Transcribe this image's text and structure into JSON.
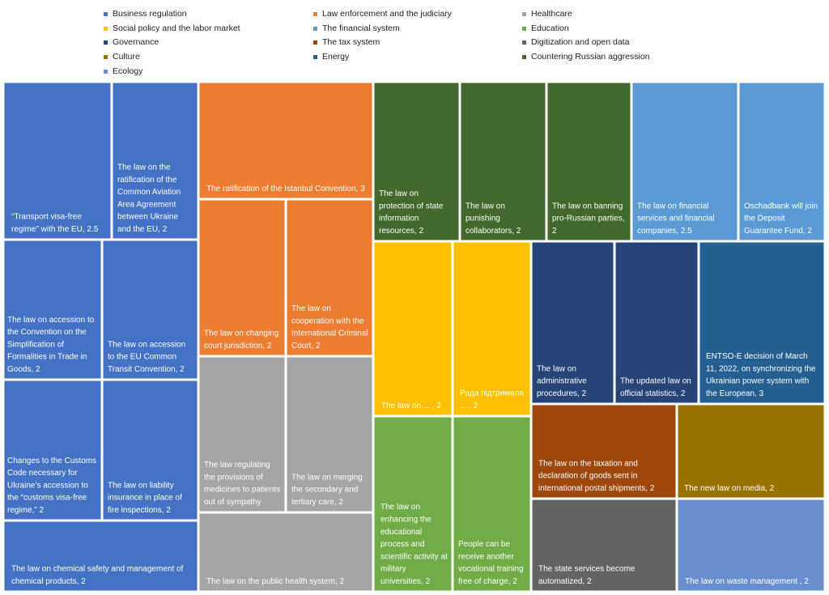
{
  "chart_data": {
    "type": "treemap",
    "title": "",
    "categories": [
      {
        "name": "Business regulation",
        "color": "#4472c4"
      },
      {
        "name": "Law enforcement and the judiciary",
        "color": "#ed7d31"
      },
      {
        "name": "Healthcare",
        "color": "#a5a5a5"
      },
      {
        "name": "Social policy and the labor market",
        "color": "#ffc000"
      },
      {
        "name": "The financial system",
        "color": "#5b9bd5"
      },
      {
        "name": "Education",
        "color": "#70ad47"
      },
      {
        "name": "Governance",
        "color": "#264478"
      },
      {
        "name": "The tax system",
        "color": "#9e480e"
      },
      {
        "name": "Digitization and open data",
        "color": "#636363"
      },
      {
        "name": "Culture",
        "color": "#997300"
      },
      {
        "name": "Energy",
        "color": "#255e91"
      },
      {
        "name": "Countering Russian aggression",
        "color": "#43682b"
      },
      {
        "name": "Ecology",
        "color": "#698ed0"
      }
    ],
    "items": [
      {
        "label": "“Transport visa-free regime” with the EU, 2.5",
        "category": "Business regulation",
        "value": 2.5
      },
      {
        "label": "The law on the ratification of the Common Aviation Area Agreement between Ukraine and the EU, 2",
        "category": "Business regulation",
        "value": 2
      },
      {
        "label": "The law on accession to the Convention on the Simplification of Formalities in Trade in Goods, 2",
        "category": "Business regulation",
        "value": 2
      },
      {
        "label": "The law on accession to the EU Common Transit Convention, 2",
        "category": "Business regulation",
        "value": 2
      },
      {
        "label": "Changes to the Customs Code necessary for Ukraine’s accession to the “customs visa-free regime,” 2",
        "category": "Business regulation",
        "value": 2
      },
      {
        "label": "The law on liability insurance in place of fire inspections, 2",
        "category": "Business regulation",
        "value": 2
      },
      {
        "label": "The law on chemical safety and management of chemical products, 2",
        "category": "Business regulation",
        "value": 2
      },
      {
        "label": "The ratification of the Istanbul Convention, 3",
        "category": "Law enforcement and the judiciary",
        "value": 3
      },
      {
        "label": "The law on changing court jurisdiction, 2",
        "category": "Law enforcement and the judiciary",
        "value": 2
      },
      {
        "label": "The law on cooperation with the International Criminal Court, 2",
        "category": "Law enforcement and the judiciary",
        "value": 2
      },
      {
        "label": "The law regulating the provisions of medicines to patients out of sympathy",
        "category": "Healthcare",
        "value": 2
      },
      {
        "label": "The law on merging the secondary and tertiary care, 2",
        "category": "Healthcare",
        "value": 2
      },
      {
        "label": "The law on the public health system, 2",
        "category": "Healthcare",
        "value": 2
      },
      {
        "label": "The law on protection of state information resources, 2",
        "category": "Countering Russian aggression",
        "value": 2
      },
      {
        "label": "The law on punishing collaborators, 2",
        "category": "Countering Russian aggression",
        "value": 2
      },
      {
        "label": "The law on banning pro-Russian parties, 2",
        "category": "Countering Russian aggression",
        "value": 2
      },
      {
        "label": "The law on financial services and financial companies, 2.5",
        "category": "The financial system",
        "value": 2.5
      },
      {
        "label": "Oschadbank will join the Deposit Guarantee Fund, 2",
        "category": "The financial system",
        "value": 2
      },
      {
        "label": "The law on ... , 2",
        "category": "Social policy and the labor market",
        "value": 2
      },
      {
        "label": "Рада підтримала ... , 2",
        "category": "Social policy and the labor market",
        "value": 2
      },
      {
        "label": "The law on administrative procedures, 2",
        "category": "Governance",
        "value": 2
      },
      {
        "label": "The updated law on official statistics, 2",
        "category": "Governance",
        "value": 2
      },
      {
        "label": "ENTSO-E decision of March 11, 2022, on synchronizing the Ukrainian power system with the European, 3",
        "category": "Energy",
        "value": 3
      },
      {
        "label": "The law on enhancing the educational process and scientific activity at military universities, 2",
        "category": "Education",
        "value": 2
      },
      {
        "label": "People can be receive another vocational training free of charge, 2",
        "category": "Education",
        "value": 2
      },
      {
        "label": "The law on the taxation and declaration of goods sent in international postal shipments, 2",
        "category": "The tax system",
        "value": 2
      },
      {
        "label": "The new law on media, 2",
        "category": "Culture",
        "value": 2
      },
      {
        "label": "The state services become automatized, 2",
        "category": "Digitization and open data",
        "value": 2
      },
      {
        "label": "The law on waste management , 2",
        "category": "Ecology",
        "value": 2
      }
    ]
  }
}
